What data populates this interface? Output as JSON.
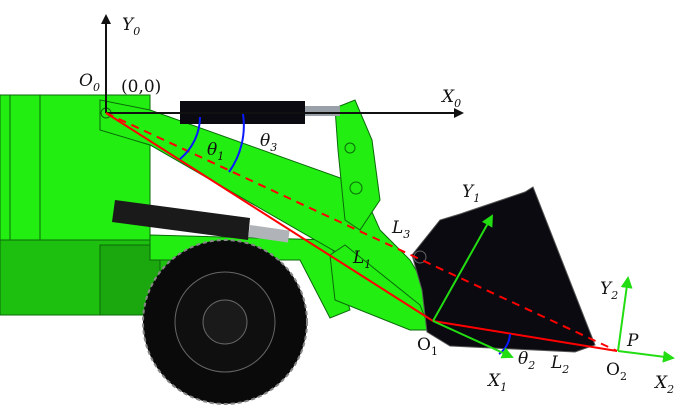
{
  "labels": {
    "y0": "Y",
    "y0_sub": "0",
    "x0": "X",
    "x0_sub": "0",
    "o0": "O",
    "o0_sub": "0",
    "origin": "(0,0)",
    "theta1": "θ",
    "theta1_sub": "1",
    "theta3": "θ",
    "theta3_sub": "3",
    "l1": "L",
    "l1_sub": "1",
    "l2": "L",
    "l2_sub": "2",
    "l3": "L",
    "l3_sub": "3",
    "y1": "Y",
    "y1_sub": "1",
    "x1": "X",
    "x1_sub": "1",
    "o1": "O",
    "o1_sub": "1",
    "theta2": "θ",
    "theta2_sub": "2",
    "o2": "O",
    "o2_sub": "2",
    "x2": "X",
    "x2_sub": "2",
    "y2": "Y",
    "y2_sub": "2",
    "p": "P"
  },
  "colors": {
    "machine": "#22ee11",
    "link": "#ff0000",
    "frame": "#22dd11",
    "angle": "#0a1aff",
    "bucket": "#0a0a10"
  }
}
